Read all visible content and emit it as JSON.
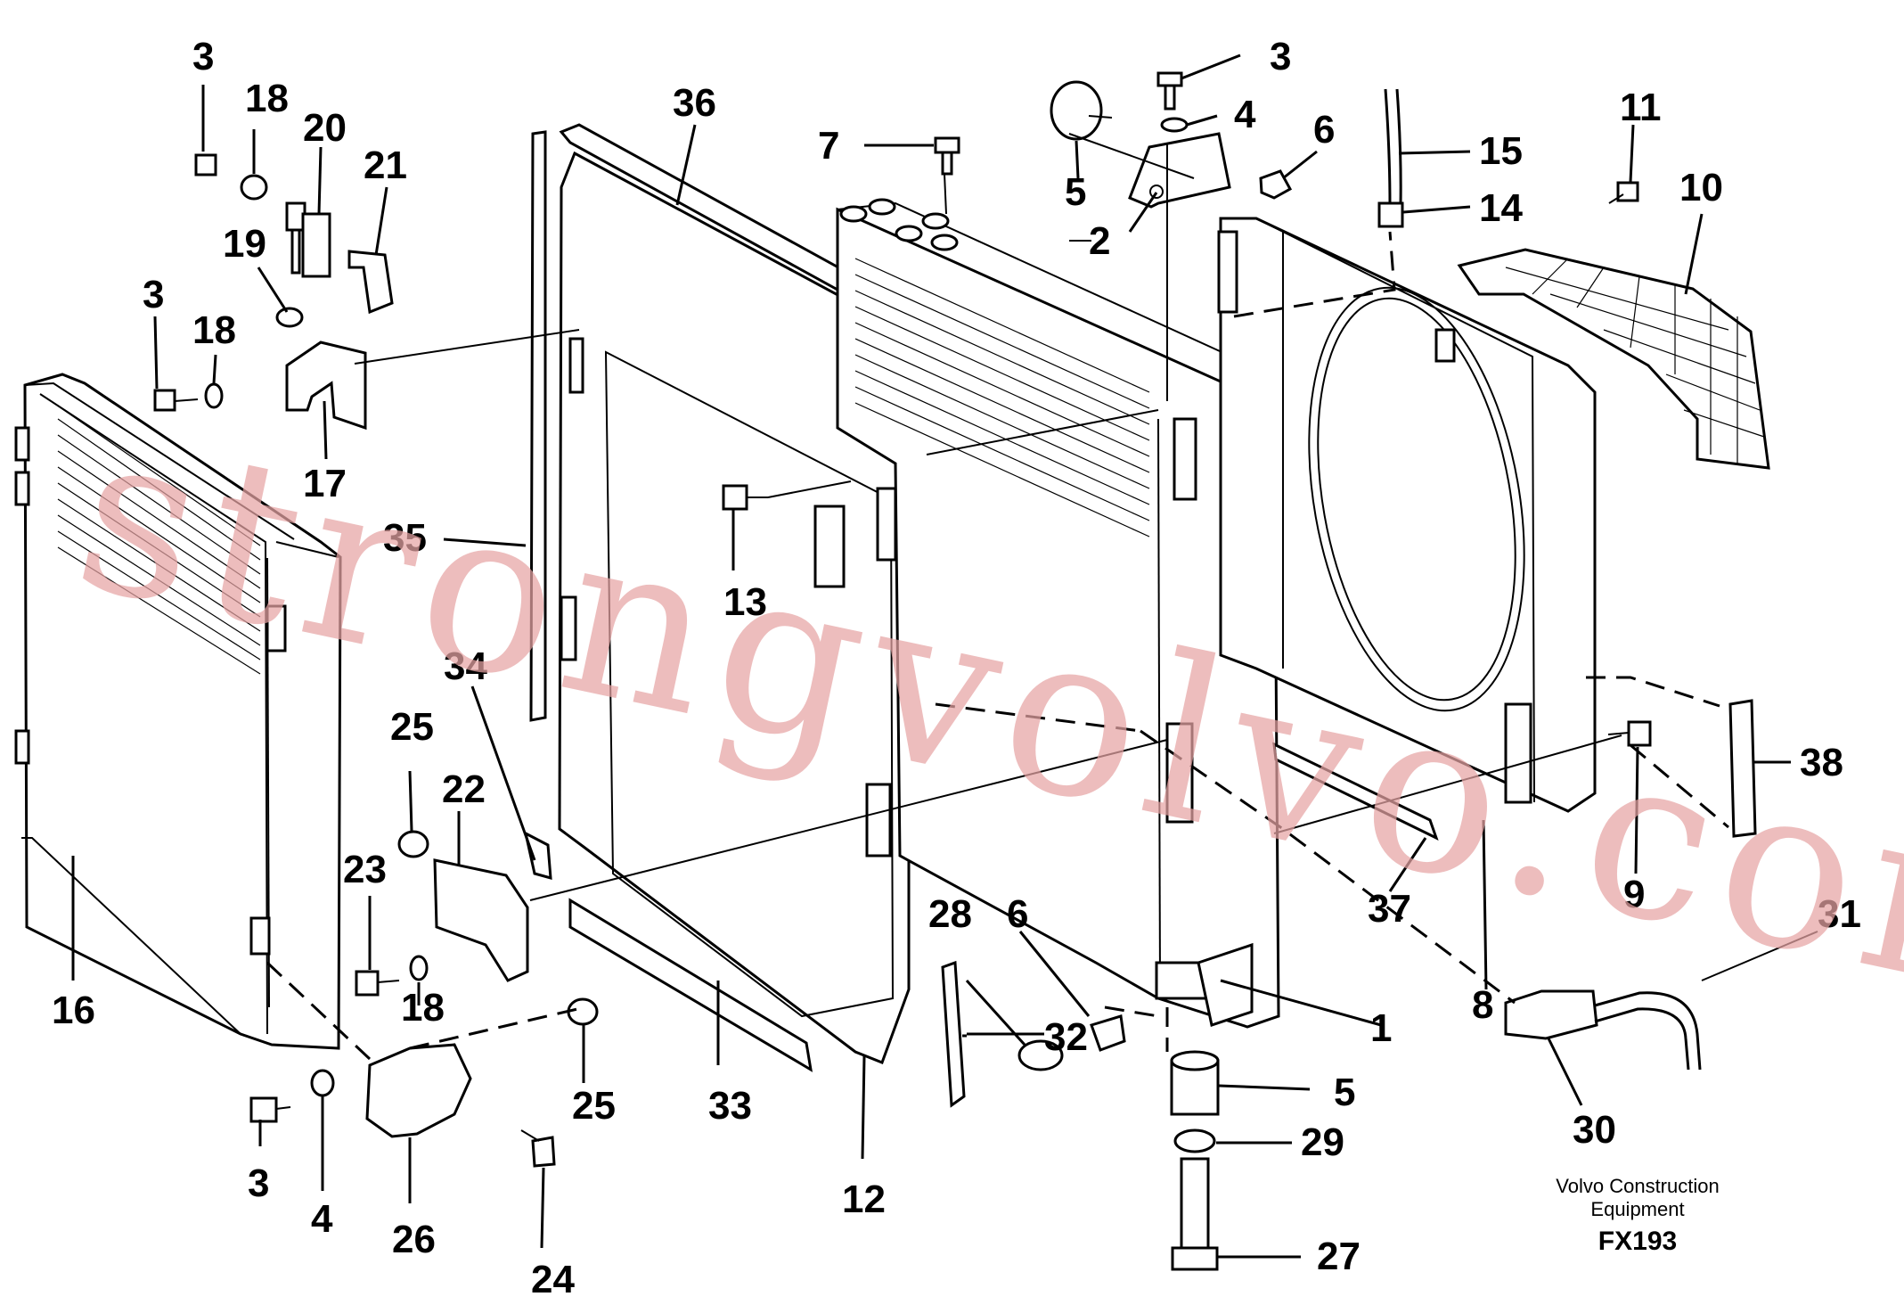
{
  "diagram": {
    "callouts": [
      "1",
      "2",
      "3",
      "3",
      "3",
      "3",
      "4",
      "4",
      "5",
      "5",
      "6",
      "6",
      "7",
      "8",
      "9",
      "10",
      "11",
      "12",
      "13",
      "14",
      "15",
      "16",
      "17",
      "18",
      "18",
      "18",
      "19",
      "20",
      "21",
      "22",
      "23",
      "24",
      "25",
      "25",
      "26",
      "27",
      "28",
      "29",
      "30",
      "31",
      "32",
      "33",
      "34",
      "35",
      "36",
      "37",
      "38"
    ]
  },
  "caption": {
    "line1": "Volvo Construction",
    "line2": "Equipment",
    "code": "FX193"
  },
  "watermark": "strongvolvo.com"
}
